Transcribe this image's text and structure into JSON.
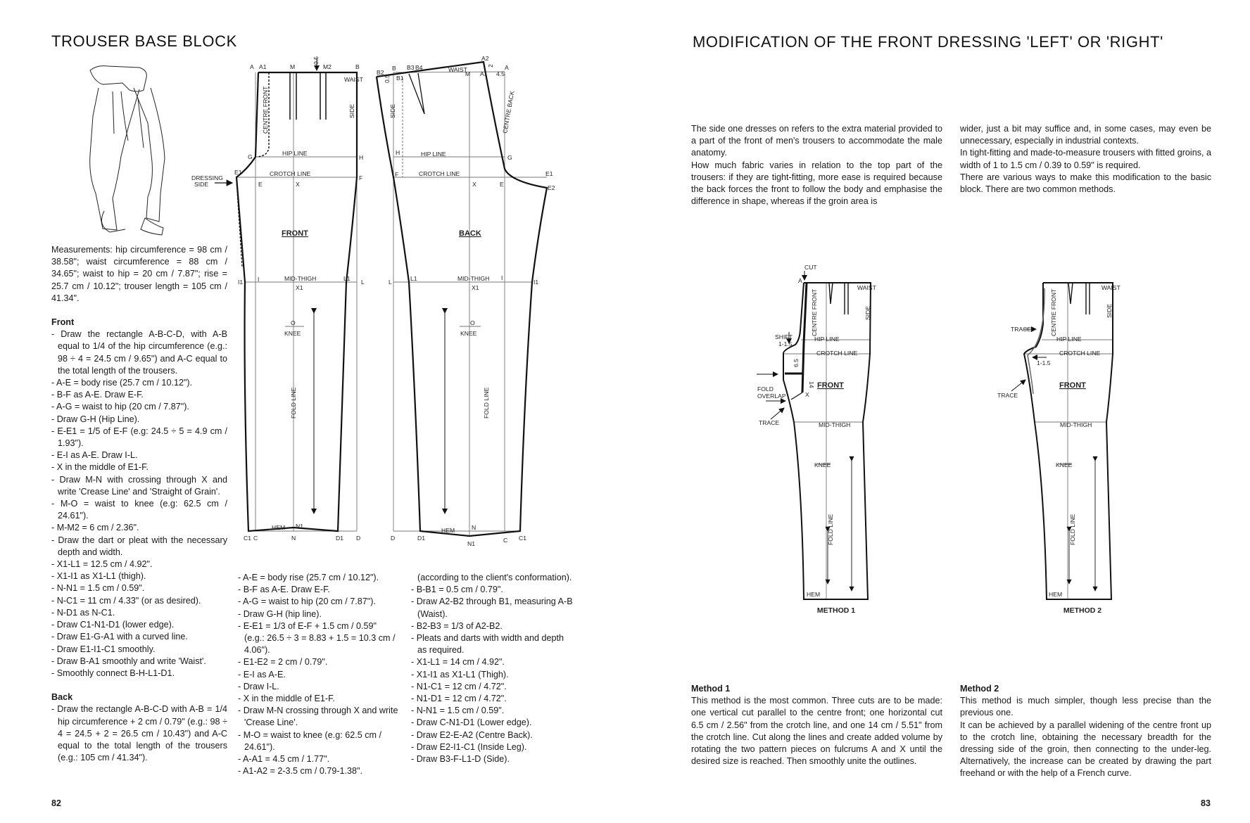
{
  "left_page": {
    "title": "TROUSER BASE BLOCK",
    "page_number": "82",
    "measurements": "Measurements: hip circumference = 98 cm / 38.58\"; waist circumference = 88 cm / 34.65\"; waist to hip = 20 cm / 7.87\"; rise = 25.7 cm / 10.12\"; trouser length = 105 cm / 41.34\".",
    "front": {
      "heading": "Front",
      "steps": [
        "Draw the rectangle A-B-C-D, with A-B equal to 1/4 of the hip circumference (e.g.: 98 ÷ 4 = 24.5 cm / 9.65\") and A-C equal to the total length of the trousers.",
        "A-E = body rise (25.7 cm / 10.12\").",
        "B-F as A-E. Draw E-F.",
        "A-G = waist to hip (20 cm / 7.87\").",
        "Draw G-H (Hip Line).",
        "E-E1 = 1/5 of E-F (e.g: 24.5 ÷ 5 = 4.9 cm / 1.93\").",
        "E-I as A-E. Draw I-L.",
        "X in the middle of E1-F.",
        "Draw M-N with crossing through X and write 'Crease Line' and 'Straight of Grain'.",
        "M-O = waist to knee (e.g: 62.5 cm / 24.61\").",
        "M-M2 = 6 cm / 2.36\".",
        "Draw the dart or pleat with the necessary depth and width.",
        "X1-L1 = 12.5 cm / 4.92\".",
        "X1-I1 as X1-L1 (thigh).",
        "N-N1 = 1.5 cm / 0.59\".",
        "N-C1 = 11 cm / 4.33\" (or as desired).",
        "N-D1 as N-C1.",
        "Draw C1-N1-D1 (lower edge).",
        "Draw E1-G-A1 with a curved line.",
        "Draw E1-I1-C1 smoothly.",
        "Draw B-A1 smoothly and write 'Waist'.",
        "Smoothly connect B-H-L1-D1."
      ]
    },
    "back": {
      "heading": "Back",
      "steps_col1": [
        "Draw the rectangle A-B-C-D with A-B = 1/4 hip circumference + 2 cm / 0.79\" (e.g.: 98 ÷ 4 = 24.5 + 2 = 26.5 cm / 10.43\") and A-C equal to the total length of the trousers (e.g.: 105 cm / 41.34\")."
      ],
      "steps_col2": [
        "A-E = body rise (25.7 cm / 10.12\").",
        "B-F as A-E. Draw E-F.",
        "A-G = waist to hip (20 cm / 7.87\").",
        "Draw G-H (hip line).",
        "E-E1 = 1/3 of E-F + 1.5 cm / 0.59\" (e.g.: 26.5 ÷ 3 = 8.83 + 1.5 = 10.3 cm / 4.06\").",
        "E1-E2 = 2 cm / 0.79\".",
        "E-I as A-E.",
        "Draw I-L.",
        "X in the middle of E1-F.",
        "Draw M-N crossing through X and write 'Crease Line'.",
        "M-O = waist to knee (e.g: 62.5 cm / 24.61\").",
        "A-A1 = 4.5 cm / 1.77\".",
        "A1-A2 = 2-3.5 cm / 0.79-1.38\"."
      ],
      "col3_continuation": "(according to the client's conformation).",
      "steps_col3": [
        "B-B1 = 0.5 cm / 0.79\".",
        "Draw A2-B2 through B1, measuring A-B (Waist).",
        "B2-B3 = 1/3 of A2-B2.",
        "Pleats and darts with width and depth as required.",
        "X1-L1 = 14 cm / 4.92\".",
        "X1-I1 as X1-L1 (Thigh).",
        "N1-C1 = 12 cm / 4.72\".",
        "N1-D1 = 12 cm / 4.72\".",
        "N-N1 = 1.5 cm / 0.59\".",
        "Draw C-N1-D1 (Lower edge).",
        "Draw E2-E-A2 (Centre Back).",
        "Draw E2-I1-C1 (Inside Leg).",
        "Draw B3-F-L1-D (Side)."
      ]
    },
    "diagram": {
      "front_title": "FRONT",
      "back_title": "BACK",
      "hip_line": "HIP LINE",
      "crotch_line": "CROTCH LINE",
      "mid_thigh": "MID-THIGH",
      "knee": "KNEE",
      "fold_line": "FOLD LINE",
      "hem": "HEM",
      "waist": "WAIST",
      "centre_front": "CENTRE FRONT",
      "centre_back": "CENTRE BACK",
      "side": "SIDE",
      "dressing_side": [
        "DRESSING",
        "SIDE"
      ],
      "front_points": [
        "A",
        "A1",
        "M",
        "0.5",
        "M2",
        "B",
        "G",
        "H",
        "E1",
        "E",
        "X",
        "F",
        "I1",
        "I",
        "L1",
        "L",
        "X1",
        "O",
        "C1",
        "C",
        "N",
        "N1",
        "D1",
        "D"
      ],
      "back_points": [
        "B2",
        "B",
        "B1",
        "0.5",
        "B3",
        "B4",
        "A2",
        "M",
        "A1",
        "2",
        "4.5",
        "A",
        "H",
        "G",
        "F",
        "X",
        "E",
        "E1",
        "E2",
        "L",
        "L1",
        "X1",
        "I",
        "I1",
        "O",
        "D",
        "D1",
        "N",
        "N1",
        "C",
        "C1"
      ]
    }
  },
  "right_page": {
    "title": "MODIFICATION OF THE FRONT DRESSING 'LEFT' OR 'RIGHT'",
    "page_number": "83",
    "intro_col1": [
      "The side one dresses on refers to the extra material provided to a part of the front of men's trousers to accommodate the male anatomy.",
      "How much fabric varies in relation to the top part of the trousers: if they are tight-fitting, more ease is required because the back forces the front to follow the body and emphasise the difference in shape, whereas if the groin area is"
    ],
    "intro_col2": [
      "wider, just a bit may suffice and, in some cases, may even be unnecessary, especially in industrial contexts.",
      "In tight-fitting and made-to-measure trousers with fitted groins, a width of 1 to 1.5 cm / 0.39 to 0.59\" is required.",
      "There are various ways to make this modification to the basic block. There are two common methods."
    ],
    "method1": {
      "heading": "Method 1",
      "text": "This method is the most common. Three cuts are to be made: one vertical cut parallel to the centre front; one horizontal cut 6.5 cm / 2.56\" from the crotch line, and one 14 cm / 5.51\" from the crotch line. Cut along the lines and create added volume by rotating the two pattern pieces on fulcrums A and X until the desired size is reached. Then smoothly unite the outlines.",
      "caption": "METHOD 1",
      "labels": {
        "cut": "CUT",
        "a": "A",
        "shift": [
          "SHIFT",
          "1-1.5"
        ],
        "six_five": "6.5",
        "fourteen": "14",
        "x": "X",
        "fold_overlap": [
          "FOLD",
          "OVERLAP"
        ],
        "trace": "TRACE"
      }
    },
    "method2": {
      "heading": "Method 2",
      "text_paragraphs": [
        "This method is much simpler, though less precise than the previous one.",
        "It can be achieved by a parallel widening of the centre front up to the crotch line, obtaining the necessary breadth for the dressing side of the groin, then connecting to the under-leg. Alternatively, the increase can be created by drawing the part freehand or with the help of a French curve."
      ],
      "caption": "METHOD 2",
      "labels": {
        "trace_top": "TRACE",
        "amount": "1-1.5",
        "trace_bottom": "TRACE"
      }
    }
  }
}
